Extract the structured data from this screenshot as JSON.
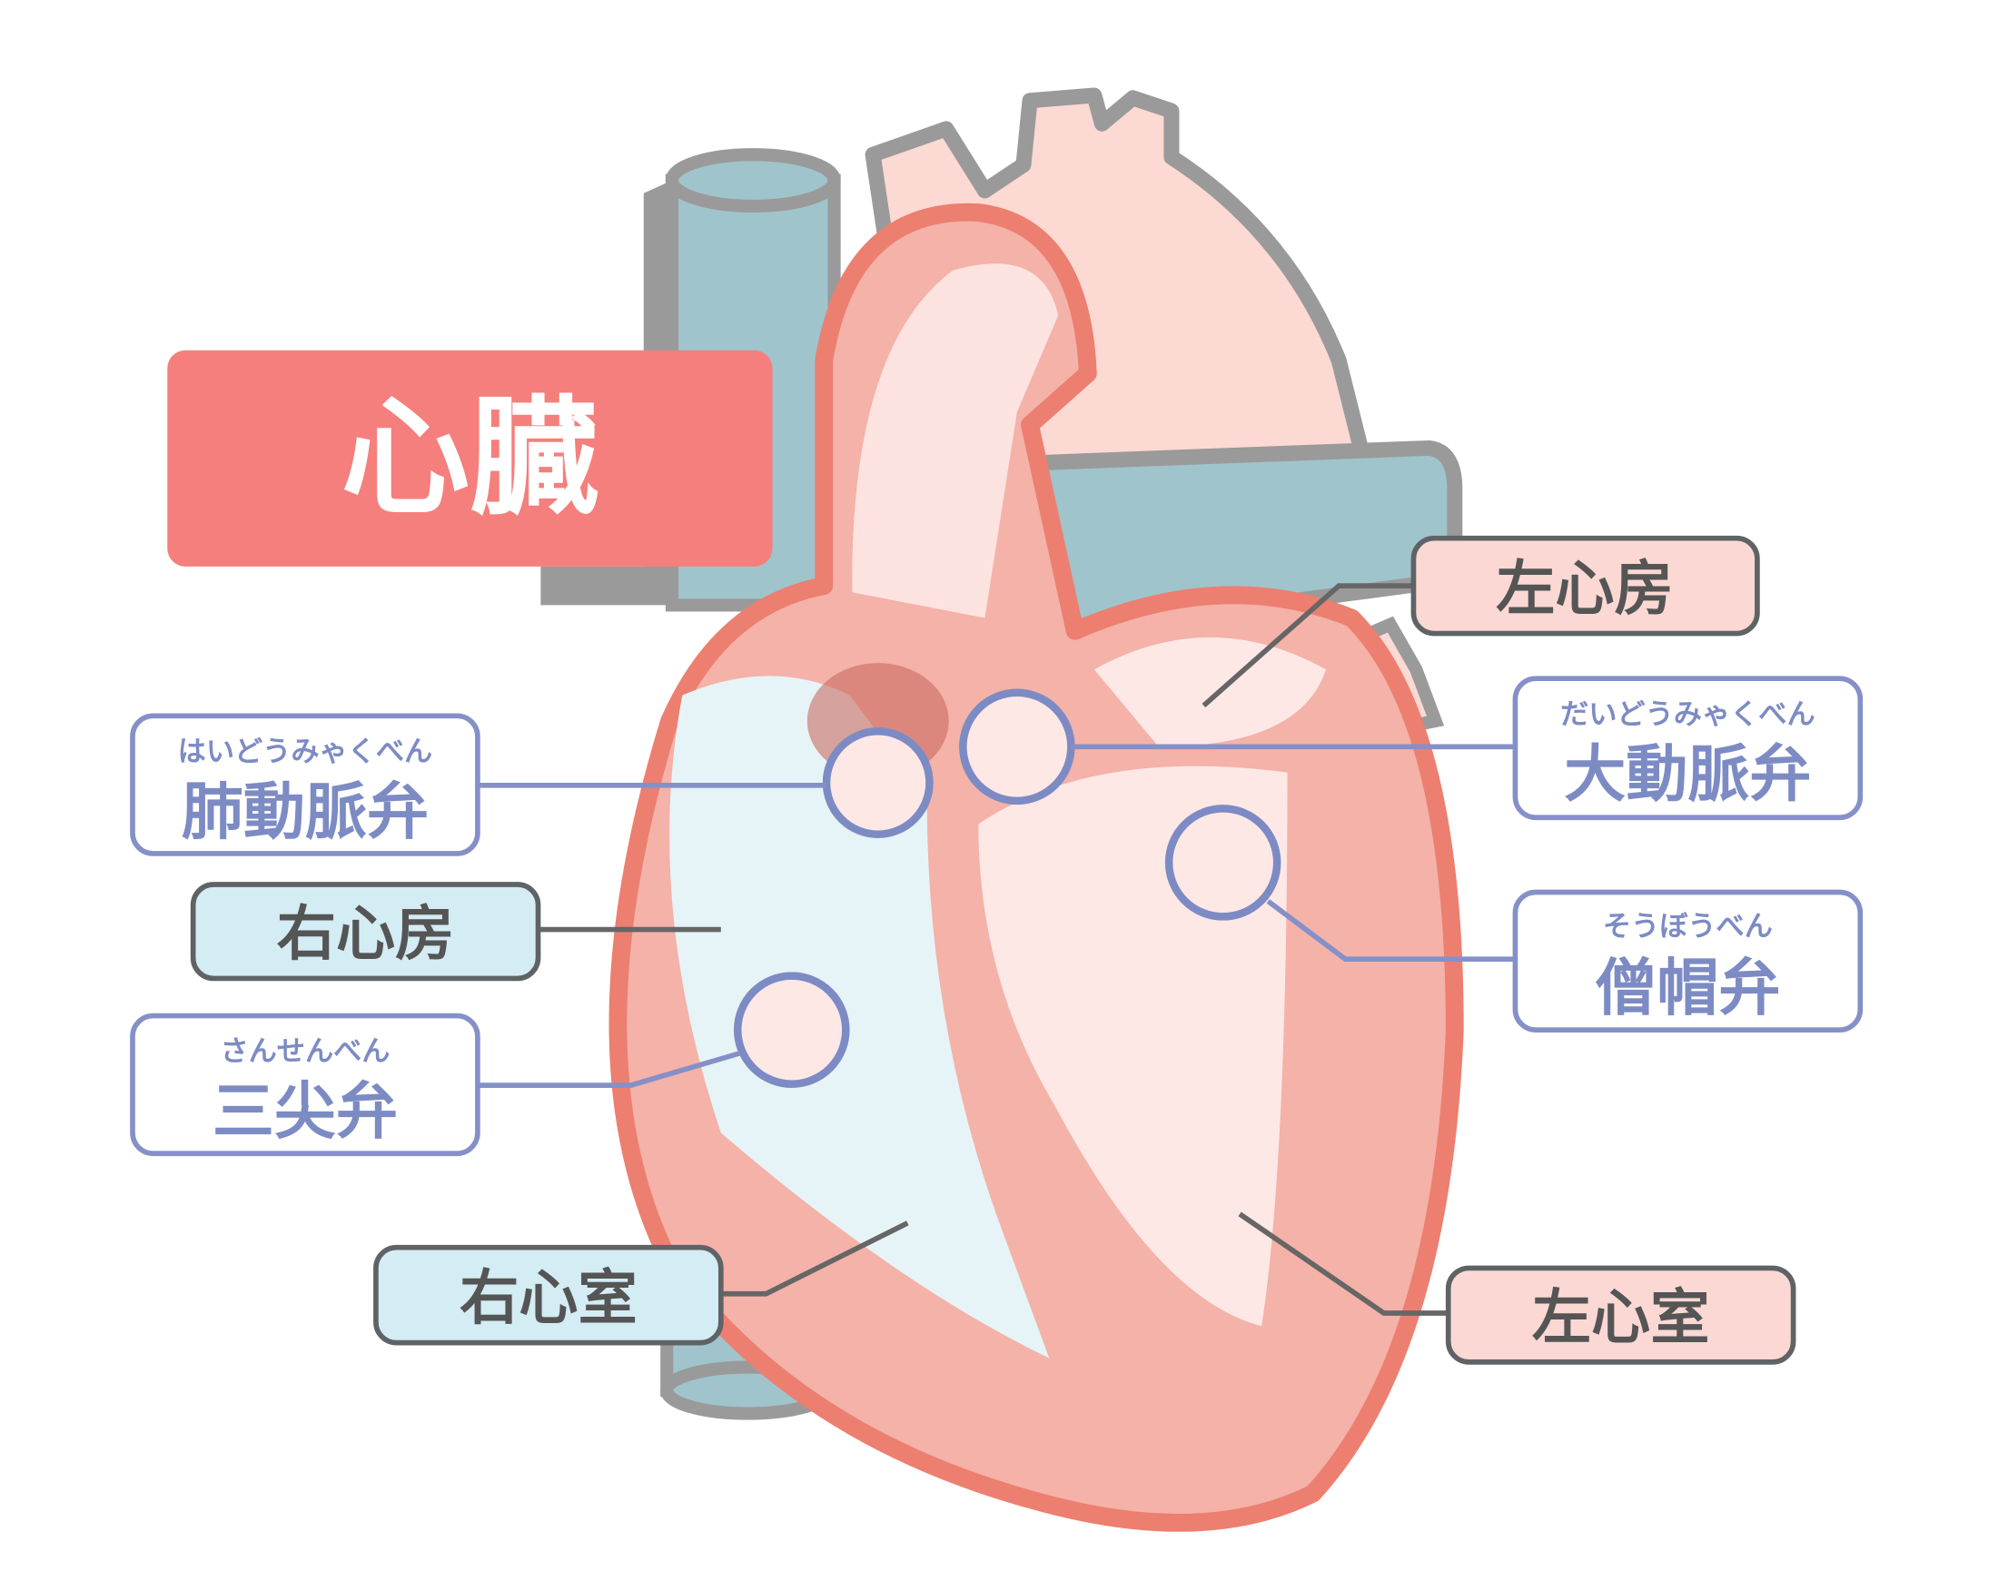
{
  "title": "心臓",
  "labels": {
    "left_atrium": {
      "text": "左心房"
    },
    "aortic_valve": {
      "text": "大動脈弁",
      "ruby": "だいどうみゃくべん"
    },
    "mitral_valve": {
      "text": "僧帽弁",
      "ruby": "そうぼうべん"
    },
    "left_ventricle": {
      "text": "左心室"
    },
    "pulmonary_valve": {
      "text": "肺動脈弁",
      "ruby": "はいどうみゃくべん"
    },
    "right_atrium": {
      "text": "右心房"
    },
    "tricuspid_valve": {
      "text": "三尖弁",
      "ruby": "さんせんべん"
    },
    "right_ventricle": {
      "text": "右心室"
    }
  },
  "colors": {
    "title_bg": "#f57f7c",
    "heart_wall": "#ec7f70",
    "heart_fill": "#f4b2a8",
    "vessel_blue": "#a0c4cc",
    "valve_ring": "#7d8bc4",
    "chamber_label_blue": "#d4ecf3",
    "chamber_label_pink": "#fbd8d3"
  }
}
